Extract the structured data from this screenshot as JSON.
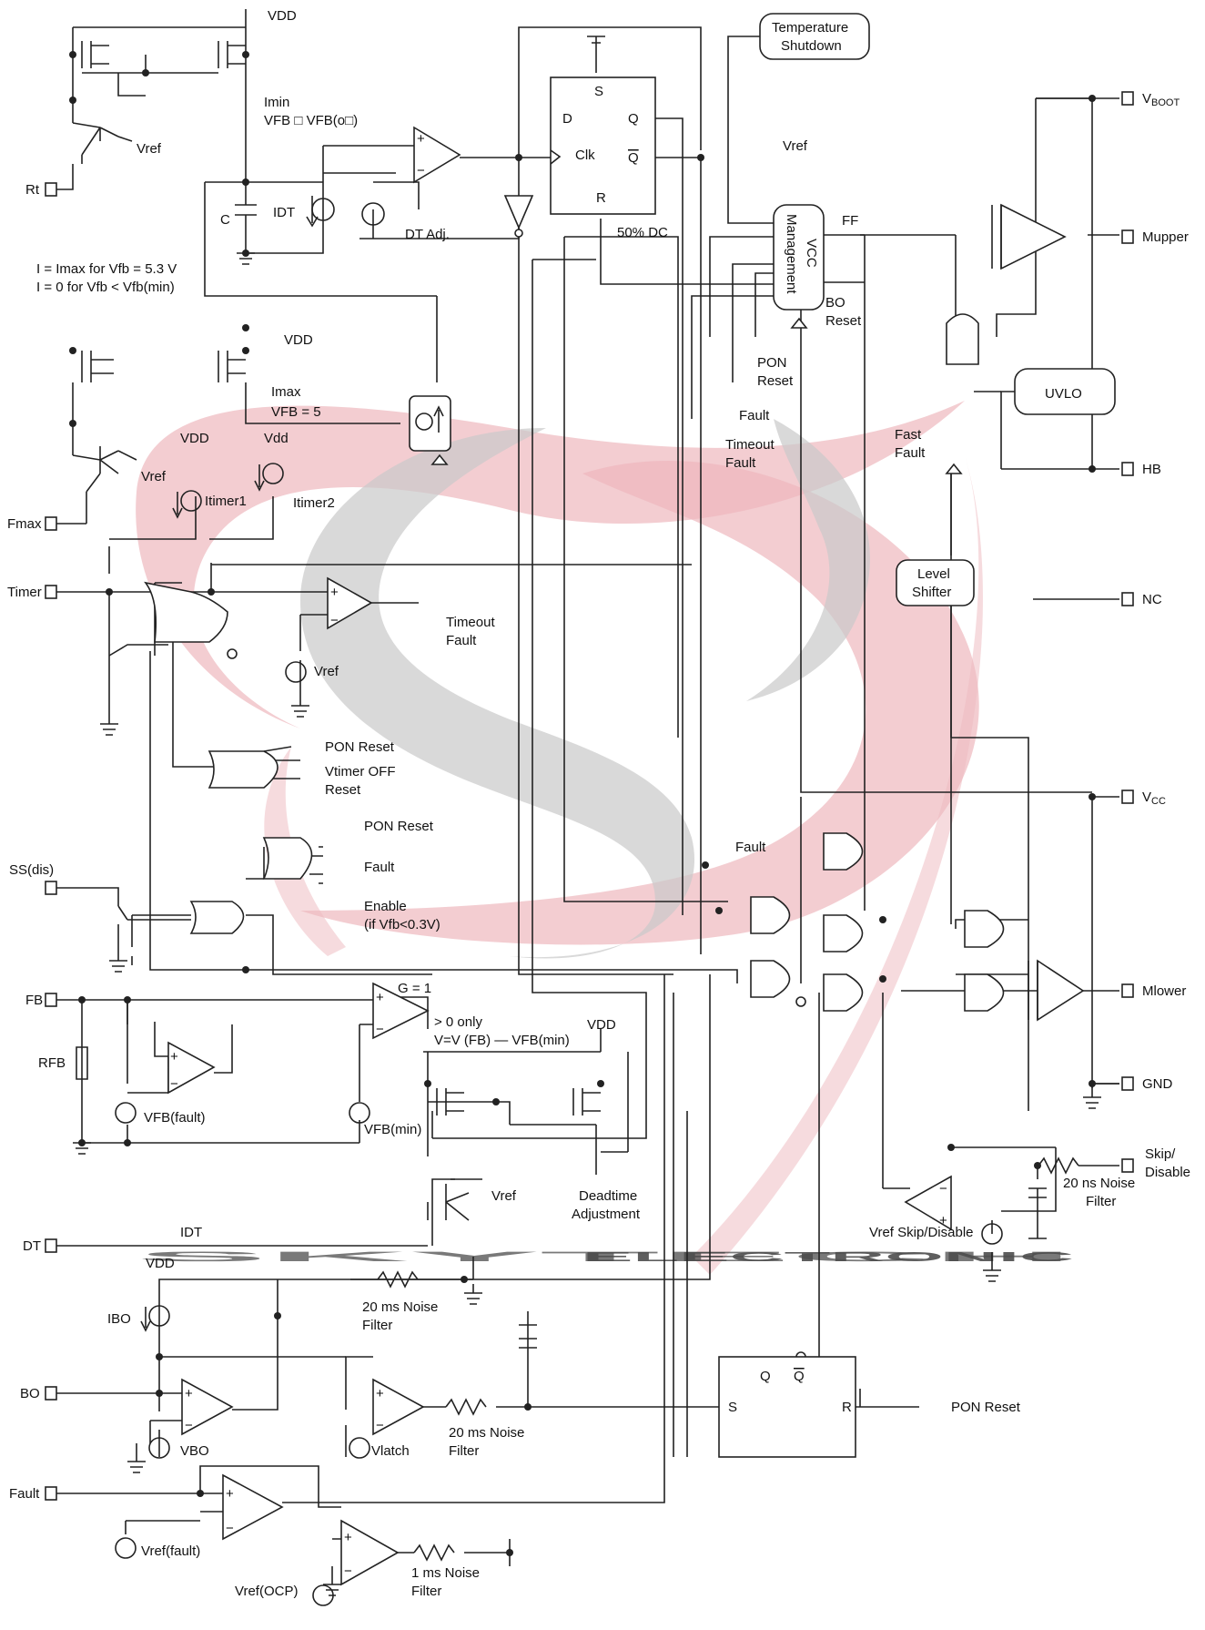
{
  "pins": {
    "rt": "Rt",
    "fmax": "Fmax",
    "timer": "Timer",
    "ss": "SS(dis)",
    "fb": "FB",
    "dt": "DT",
    "bo": "BO",
    "fault": "Fault",
    "vboot": "V",
    "vboot_sub": "BOOT",
    "mupper": "Mupper",
    "hb": "HB",
    "nc": "NC",
    "vcc": "V",
    "vcc_sub": "CC",
    "mlower": "Mlower",
    "gnd": "GND",
    "skip": "Skip/",
    "skip2": "Disable"
  },
  "labels": {
    "vdd": "VDD",
    "vdd_small": "Vdd",
    "vref": "Vref",
    "imin": "Imin",
    "vfb_imin": "VFB □ VFB(o□)",
    "c": "C",
    "idt": "IDT",
    "dt_adj": "DT Adj.",
    "i_eq1": "I = Imax for Vfb = 5.3 V",
    "i_eq2": "I = 0 for Vfb < Vfb(min)",
    "imax": "Imax",
    "vfb5": "VFB = 5",
    "itimer1": "Itimer1",
    "itimer2": "Itimer2",
    "timeout_fault": "Timeout",
    "timeout_fault2": "Fault",
    "pon_reset": "PON Reset",
    "vtimer_off": "Vtimer OFF",
    "reset": "Reset",
    "fault": "Fault",
    "enable": "Enable",
    "enable2": "(if Vfb<0.3V)",
    "g1": "G = 1",
    "rfb": "RFB",
    "vfb_fault": "VFB(fault)",
    "vfb_min": "VFB(min)",
    "gt0": "> 0 only",
    "vv": "V=V (FB) — VFB(min)",
    "deadtime": "Deadtime",
    "deadtime2": "Adjustment",
    "ibo": "IBO",
    "noise20": "20 ms  Noise",
    "filter": "Filter",
    "vbo": "VBO",
    "vlatch": "Vlatch",
    "vref_fault": "Vref(fault)",
    "vref_ocp": "Vref(OCP)",
    "noise1": "1  ms  Noise",
    "ff_s": "S",
    "ff_d": "D",
    "ff_q": "Q",
    "ff_qb": "Q",
    "ff_clk": "Clk",
    "ff_r": "R",
    "dc50": "50% DC",
    "temp1": "Temperature",
    "temp2": "Shutdown",
    "vcc_mgmt1": "VCC",
    "vcc_mgmt2": "Management",
    "ff": "FF",
    "bo_reset1": "BO",
    "bo_reset2": "Reset",
    "pon1": "PON",
    "pon2": "Reset",
    "fast1": "Fast",
    "fast2": "Fault",
    "uvlo": "UVLO",
    "level1": "Level",
    "level2": "Shifter",
    "noise20ns": "20 ns Noise",
    "vref_skip": "Vref Skip/Disable",
    "sr_q": "Q",
    "sr_qb": "Q",
    "sr_s": "S",
    "sr_r": "R",
    "plus": "+",
    "minus": "−"
  },
  "watermark": {
    "brand": "SKYTECH",
    "sub": "ELECTRONIC"
  },
  "colors": {
    "wire": "#222222",
    "wm_red": "#e8a0a8",
    "wm_gray": "#b8b8b8"
  }
}
